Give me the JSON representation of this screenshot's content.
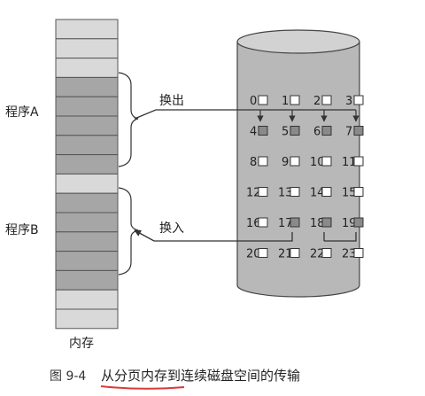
{
  "labels": {
    "program_a": "程序A",
    "program_b": "程序B",
    "memory": "内存",
    "swap_out": "换出",
    "swap_in": "换入"
  },
  "caption": {
    "number": "图 9-4",
    "text": "从分页内存到连续磁盘空间的传输"
  },
  "disk_blocks": [
    [
      "0",
      "1",
      "2",
      "3"
    ],
    [
      "4",
      "5",
      "6",
      "7"
    ],
    [
      "8",
      "9",
      "10",
      "11"
    ],
    [
      "12",
      "13",
      "14",
      "15"
    ],
    [
      "16",
      "17",
      "18",
      "19"
    ],
    [
      "20",
      "21",
      "22",
      "23"
    ]
  ],
  "filled_blocks": [
    "4",
    "5",
    "6",
    "7",
    "17",
    "18",
    "19"
  ],
  "colors": {
    "disk": "#b8b8b8",
    "disk_top": "#d2d2d2",
    "memory_light": "#d9d9d9",
    "memory_dark": "#a6a6a6",
    "block_filled": "#8a8a8a",
    "underline": "#d83a3a"
  }
}
